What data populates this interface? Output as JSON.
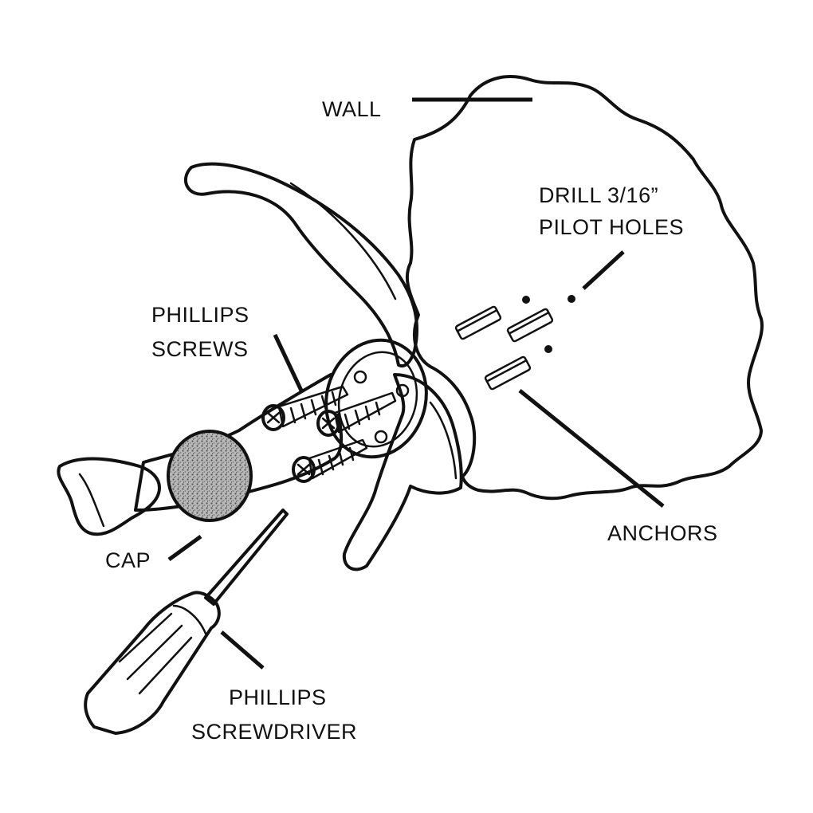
{
  "labels": {
    "wall": "WALL",
    "drill_line1": "DRILL 3/16”",
    "drill_line2": "PILOT HOLES",
    "screws_line1": "PHILLIPS",
    "screws_line2": "SCREWS",
    "anchors": "ANCHORS",
    "cap": "CAP",
    "screwdriver_line1": "PHILLIPS",
    "screwdriver_line2": "SCREWDRIVER"
  },
  "colors": {
    "ink": "#111111",
    "background": "#ffffff",
    "cap_fill": "#8a8a8a"
  }
}
